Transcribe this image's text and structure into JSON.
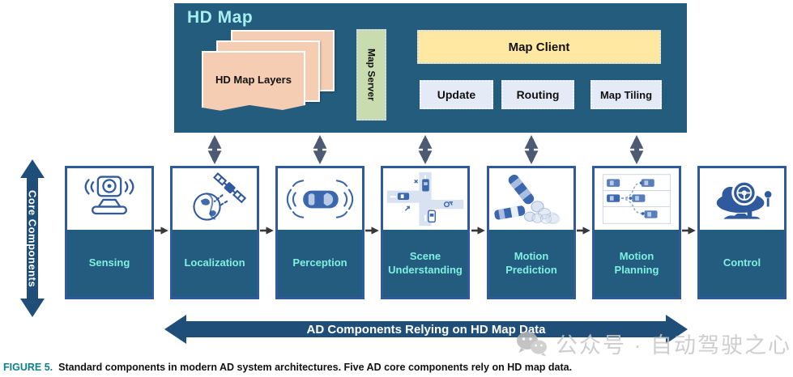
{
  "hd_map": {
    "title": "HD Map",
    "layers_label": "HD Map Layers",
    "server_label": "Map Server",
    "client_label": "Map Client",
    "sub_boxes": [
      {
        "label": "Update"
      },
      {
        "label": "Routing"
      },
      {
        "label": "Map Tiling"
      }
    ]
  },
  "core_components_label": "Core Components",
  "components": [
    {
      "label": "Sensing",
      "icon": "camera-icon",
      "linked_to_hd_map": false
    },
    {
      "label": "Localization",
      "icon": "satellite-globe-icon",
      "linked_to_hd_map": true
    },
    {
      "label": "Perception",
      "icon": "car-sensor-icon",
      "linked_to_hd_map": true
    },
    {
      "label": "Scene Understanding",
      "icon": "intersection-scene-icon",
      "linked_to_hd_map": true
    },
    {
      "label": "Motion Prediction",
      "icon": "trajectory-prediction-icon",
      "linked_to_hd_map": true
    },
    {
      "label": "Motion Planning",
      "icon": "lane-planning-icon",
      "linked_to_hd_map": true
    },
    {
      "label": "Control",
      "icon": "steering-wheel-icon",
      "linked_to_hd_map": false
    }
  ],
  "bottom_arrow_label": "AD Components Relying on HD Map Data",
  "caption": {
    "figure_label": "FIGURE 5.",
    "text": "Standard components in modern AD system architectures. Five AD core components rely on HD map data."
  },
  "watermark": {
    "icon": "wechat-icon",
    "text": "公众号 · 自动驾驶之心"
  },
  "colors": {
    "hd_map_bg": "#245C7E",
    "component_border": "#2F5A9E",
    "component_label_bg": "#235C7F",
    "component_label_text": "#7FEFE0",
    "hd_map_title_text": "#A8EFF2",
    "navy_arrow": "#1F4E79",
    "slate_arrow": "#4D5A73",
    "dark_arrow": "#383838",
    "map_client_yellow": "#FFE9A2",
    "map_server_green": "#C8DCB0",
    "layers_peach": "#F4CDB2",
    "sub_box_bg": "#E4EBF7",
    "icon_blue": "#2F5A9E",
    "caption_teal": "#0B8289",
    "watermark_gray": "#C6C6C6"
  }
}
